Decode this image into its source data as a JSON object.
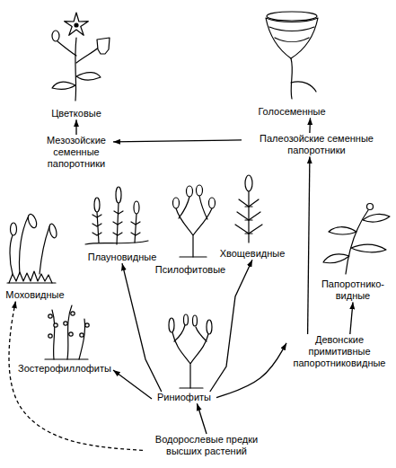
{
  "diagram": {
    "nodes": [
      {
        "text": [
          "Цветковые"
        ]
      },
      {
        "text": [
          "Голосеменные"
        ]
      },
      {
        "text": [
          "Мезозойские семенные папоротники"
        ]
      },
      {
        "text": [
          "Палеозойские семенные папоротники"
        ]
      },
      {
        "text": [
          "Плауновидные"
        ]
      },
      {
        "text": [
          "Псилофитовые"
        ]
      },
      {
        "text": [
          "Хвощевидные"
        ]
      },
      {
        "text": [
          "Папоротнико- видные"
        ]
      },
      {
        "text": [
          "Моховидные"
        ]
      },
      {
        "text": [
          "Зостерофиллофиты"
        ]
      },
      {
        "text": [
          "Риниофиты"
        ]
      },
      {
        "text": [
          "Девонские примитивные папоротниковидные"
        ]
      },
      {
        "text": [
          "Водорослевые предки высших растений"
        ]
      }
    ],
    "edges": [
      {
        "from": 2,
        "to": 0,
        "arrow": "to"
      },
      {
        "from": 3,
        "to": 2,
        "arrow": "to"
      },
      {
        "from": 3,
        "to": 1,
        "arrow": "to"
      },
      {
        "from": 11,
        "to": 3,
        "arrow": "to"
      },
      {
        "from": 11,
        "to": 7,
        "arrow": "to"
      },
      {
        "from": 10,
        "to": 11,
        "arrow": "to"
      },
      {
        "from": 10,
        "to": 4,
        "arrow": "to"
      },
      {
        "from": 10,
        "to": 6,
        "arrow": "to"
      },
      {
        "from": 10,
        "to": 9,
        "arrow": "to"
      },
      {
        "from": 12,
        "to": 10,
        "arrow": "to"
      },
      {
        "from": 12,
        "to": 8,
        "arrow": "to"
      }
    ]
  }
}
